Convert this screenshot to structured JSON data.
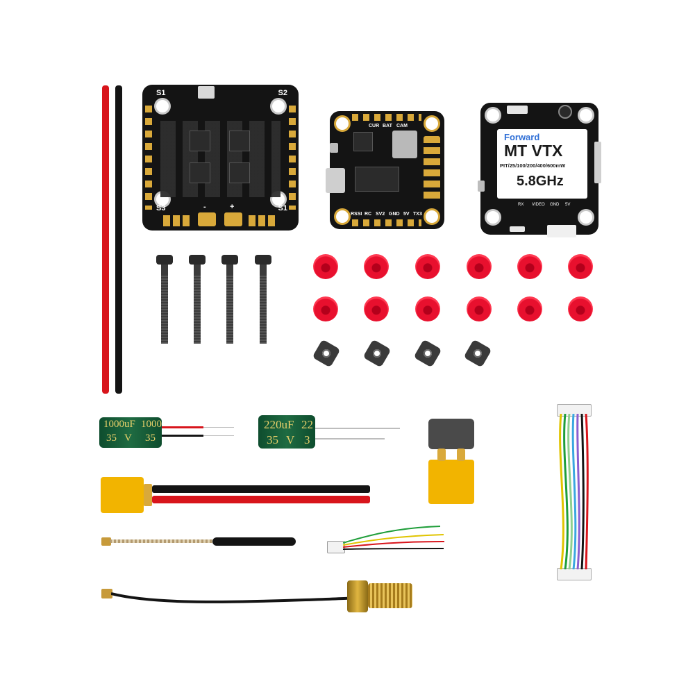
{
  "esc_board": {
    "labels": {
      "s1_top": "S1",
      "s2": "S2",
      "s3": "S3",
      "s1_bottom": "S1",
      "minus": "-",
      "plus": "+"
    }
  },
  "fc_board": {
    "pin_labels_bottom": [
      "RSSI",
      "RC",
      "SV2",
      "GND",
      "5V",
      "TX3"
    ],
    "pin_labels_top": [
      "CUR",
      "BAT",
      "CAM"
    ]
  },
  "vtx_board": {
    "brand": "Forward",
    "title": "MT VTX",
    "power_line": "PIT/25/100/200/400/600mW",
    "freq": "5.8GHz",
    "pins": [
      "RX",
      "VIDEO",
      "GND",
      "5V"
    ]
  },
  "capacitors": {
    "cap_1000": {
      "value": "1000uF",
      "value2": "1000",
      "voltage": "35",
      "unit": "V"
    },
    "cap_220": {
      "value": "220uF",
      "value2": "22",
      "voltage": "35",
      "unit": "V",
      "voltage2": "3"
    }
  },
  "colors": {
    "wire_red": "#d8151c",
    "wire_black": "#141414",
    "grommet_red": "#e8102e",
    "xt60_yellow": "#f2b400",
    "pcb_black": "#141414",
    "gold": "#d9a93a"
  }
}
